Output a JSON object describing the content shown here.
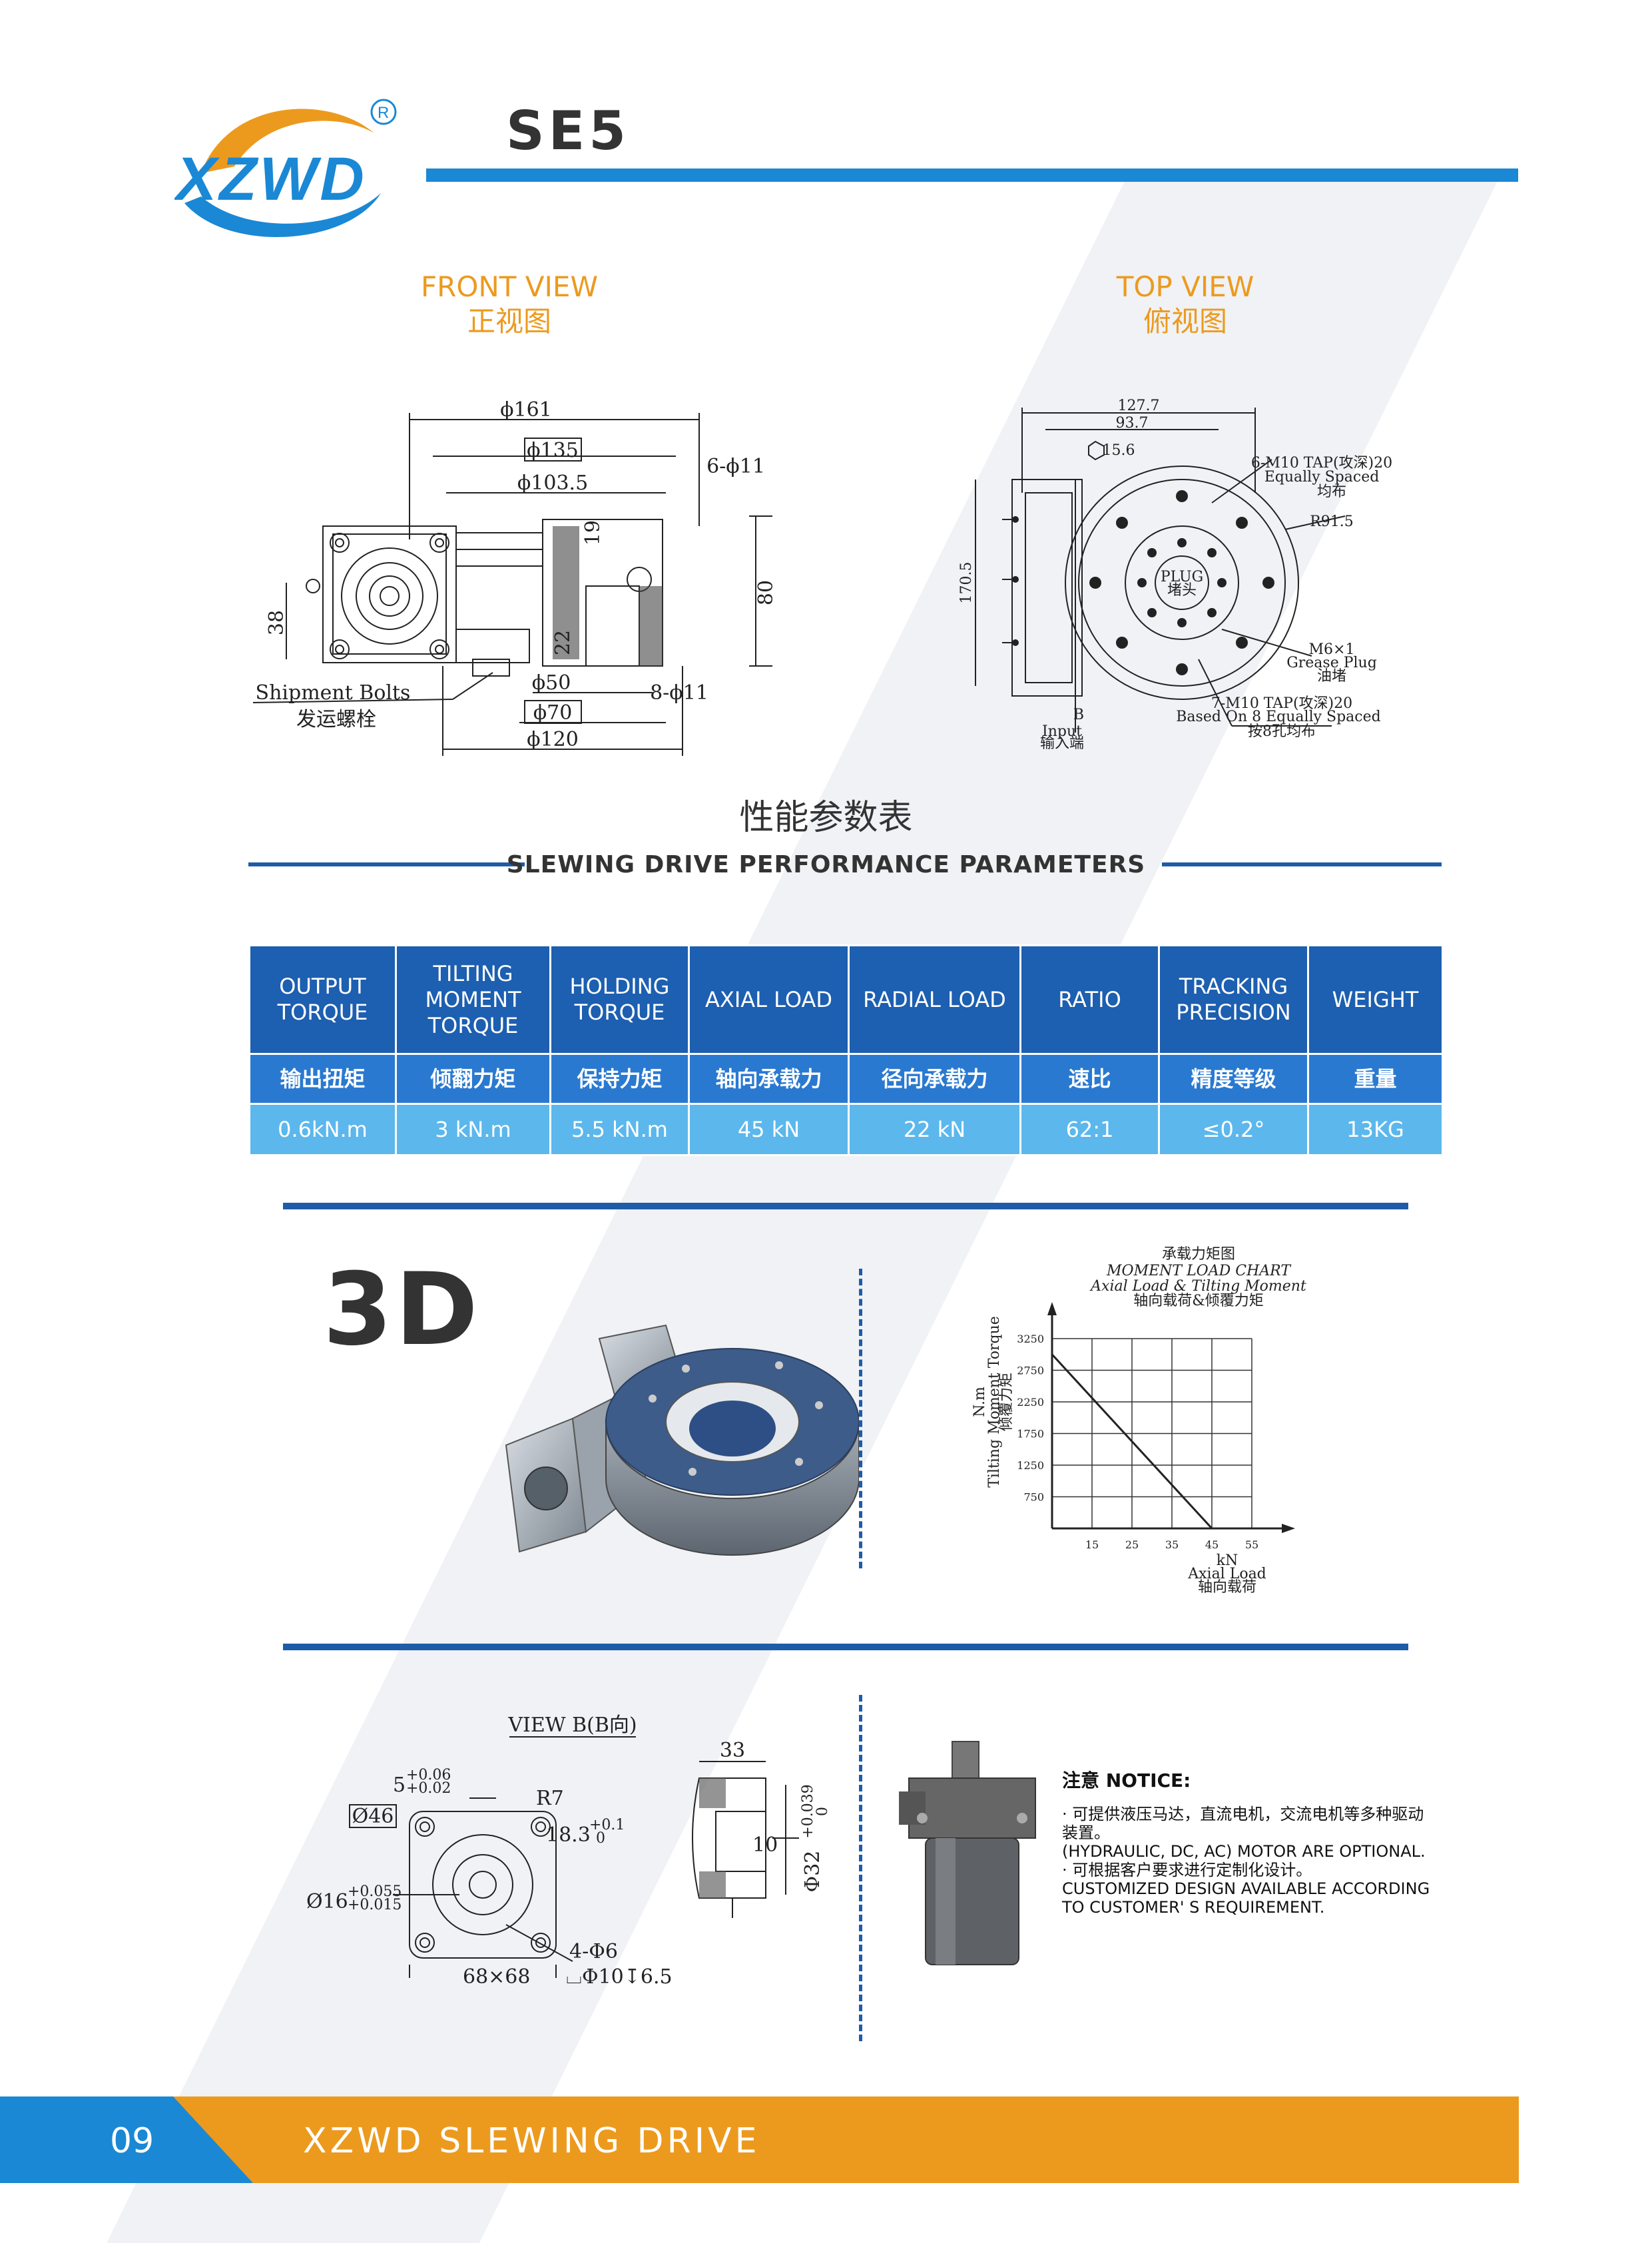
{
  "brand": {
    "logo_text": "XZWD",
    "registered_mark": "®"
  },
  "model": "SE5",
  "front_view": {
    "title_en": "FRONT VIEW",
    "title_cn": "正视图",
    "dims": {
      "d161": "ϕ161",
      "d135": "ϕ135",
      "d103": "ϕ103.5",
      "holes_top": "6-ϕ11",
      "d19": "19",
      "d80": "80",
      "d38": "38",
      "d22": "22",
      "d50": "ϕ50",
      "d70": "ϕ70",
      "d120": "ϕ120",
      "holes_bottom": "8-ϕ11",
      "bolts_en": "Shipment Bolts",
      "bolts_cn": "发运螺栓"
    }
  },
  "top_view": {
    "title_en": "TOP VIEW",
    "title_cn": "俯视图",
    "dims": {
      "d127": "127.7",
      "d93": "93.7",
      "hex": "15.6",
      "d170": "170.5",
      "tap6": "6-M10 TAP(攻深)20",
      "tap6_b": "Equally Spaced",
      "tap6_c": "均布",
      "r91": "R91.5",
      "plug": "PLUG",
      "plug_cn": "堵头",
      "grease": "M6×1",
      "grease_b": "Grease Plug",
      "grease_c": "油堵",
      "tap7": "7-M10 TAP(攻深)20",
      "tap7_b": "Based On 8 Equally Spaced",
      "tap7_c": "按8孔均布",
      "b": "B",
      "input": "Input",
      "input_cn": "输入端"
    }
  },
  "section": {
    "title_cn": "性能参数表",
    "title_en": "SLEWING DRIVE PERFORMANCE PARAMETERS"
  },
  "table": {
    "headers_en": [
      "OUTPUT TORQUE",
      "TILTING MOMENT TORQUE",
      "HOLDING TORQUE",
      "AXIAL LOAD",
      "RADIAL LOAD",
      "RATIO",
      "TRACKING PRECISION",
      "WEIGHT"
    ],
    "headers_cn": [
      "输出扭矩",
      "倾翻力矩",
      "保持力矩",
      "轴向承载力",
      "径向承载力",
      "速比",
      "精度等级",
      "重量"
    ],
    "values": [
      "0.6kN.m",
      "3 kN.m",
      "5.5 kN.m",
      "45 kN",
      "22 kN",
      "62:1",
      "≤0.2°",
      "13KG"
    ]
  },
  "label_3d": "3D",
  "chart_data": {
    "type": "line",
    "title": "承载力矩图",
    "subtitle": "MOMENT LOAD CHART",
    "subtitle2": "Axial Load & Tilting Moment",
    "subtitle3": "轴向载荷&倾覆力矩",
    "ylabel_unit": "N.m",
    "ylabel": "Tilting Moment Torque",
    "ylabel_cn": "倾覆力矩",
    "xlabel_unit": "kN",
    "xlabel": "Axial Load",
    "xlabel_cn": "轴向载荷",
    "x_ticks": [
      15,
      25,
      35,
      45,
      55
    ],
    "y_ticks": [
      750,
      1250,
      1750,
      2250,
      2750,
      3250
    ],
    "xlim": [
      5,
      55
    ],
    "ylim": [
      250,
      3250
    ],
    "grid": true,
    "series": [
      {
        "x": [
          5,
          45
        ],
        "y": [
          3000,
          250
        ]
      }
    ]
  },
  "view_b": {
    "title": "VIEW B(B向)",
    "dims": {
      "w5": "5",
      "w5_tol_up": "+0.06",
      "w5_tol_dn": "+0.02",
      "d46": "Ø46",
      "r7": "R7",
      "d18": "18.3",
      "d18_tol_up": "+0.1",
      "d18_tol_dn": "0",
      "d16": "Ø16",
      "d16_tol_up": "+0.055",
      "d16_tol_dn": "+0.015",
      "sq": "68×68",
      "holes": "4-Φ6",
      "cbore": "⌴Φ10↧6.5"
    }
  },
  "section_b": {
    "d33": "33",
    "d10": "10",
    "d32": "Φ32",
    "d32_tol_up": "+0.039",
    "d32_tol_dn": "0"
  },
  "notice": {
    "title": "注意 NOTICE:",
    "lines": [
      "· 可提供液压马达，直流电机，交流电机等多种驱动装置。",
      "(HYDRAULIC, DC, AC) MOTOR ARE OPTIONAL.",
      "· 可根据客户要求进行定制化设计。",
      "CUSTOMIZED DESIGN AVAILABLE ACCORDING TO CUSTOMER' S REQUIREMENT."
    ]
  },
  "footer": {
    "page": "09",
    "text": "XZWD SLEWING DRIVE"
  },
  "colors": {
    "brand_blue": "#1a88d4",
    "dark_blue": "#1e5ca8",
    "orange": "#ec9a1e",
    "light_blue": "#5cb7ec"
  }
}
